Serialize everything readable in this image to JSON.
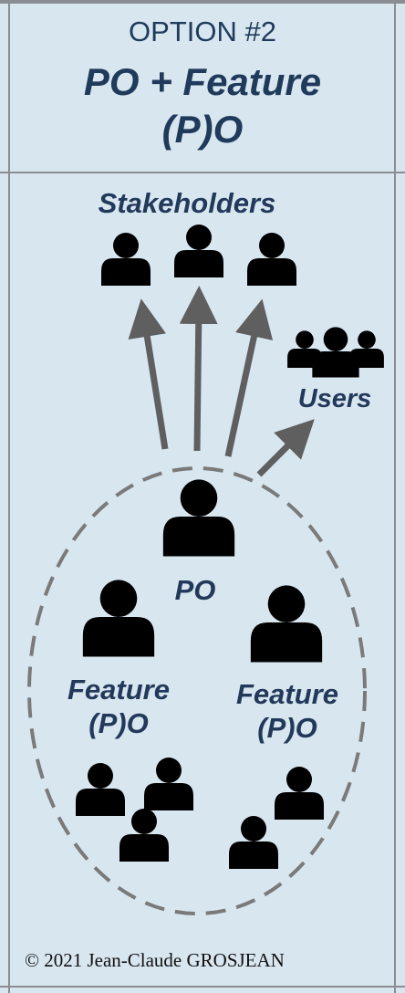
{
  "header": {
    "option": "OPTION #2",
    "title_line1": "PO + Feature",
    "title_line2": "(P)O"
  },
  "labels": {
    "stakeholders": "Stakeholders",
    "users": "Users",
    "po": "PO",
    "feature_left_line1": "Feature",
    "feature_left_line2": "(P)O",
    "feature_right_line1": "Feature",
    "feature_right_line2": "(P)O"
  },
  "footer": {
    "copyright": "© 2021 Jean-Claude GROSJEAN"
  },
  "colors": {
    "background": "#d8e6f0",
    "border": "#8a8d91",
    "title": "#1f3a5a",
    "label": "#23395a",
    "arrow": "#5f5f5f",
    "person": "#000000",
    "dashed_ellipse": "#7a7a7a"
  },
  "icons": {
    "person": "person-icon",
    "group": "users-group-icon"
  }
}
